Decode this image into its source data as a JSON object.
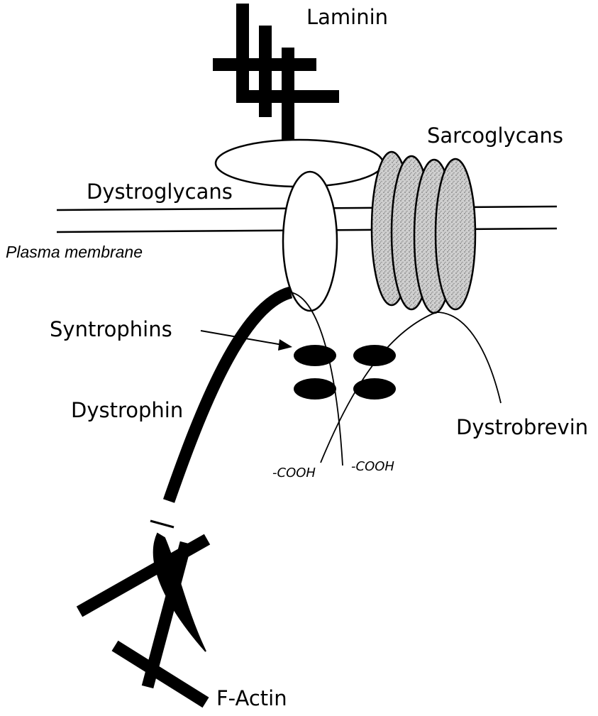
{
  "labels": {
    "laminin": "Laminin",
    "sarcoglycans": "Sarcoglycans",
    "dystroglycans": "Dystroglycans",
    "plasma_membrane": "Plasma membrane",
    "syntrophins": "Syntrophins",
    "dystrophin": "Dystrophin",
    "dystrobrevin": "Dystrobrevin",
    "cooh_left": "-COOH",
    "cooh_right": "-COOH",
    "f_actin": "F-Actin"
  },
  "colors": {
    "ink": "#000000",
    "sarcoglycan_fill": "#c8c8c8",
    "background": "#ffffff"
  }
}
